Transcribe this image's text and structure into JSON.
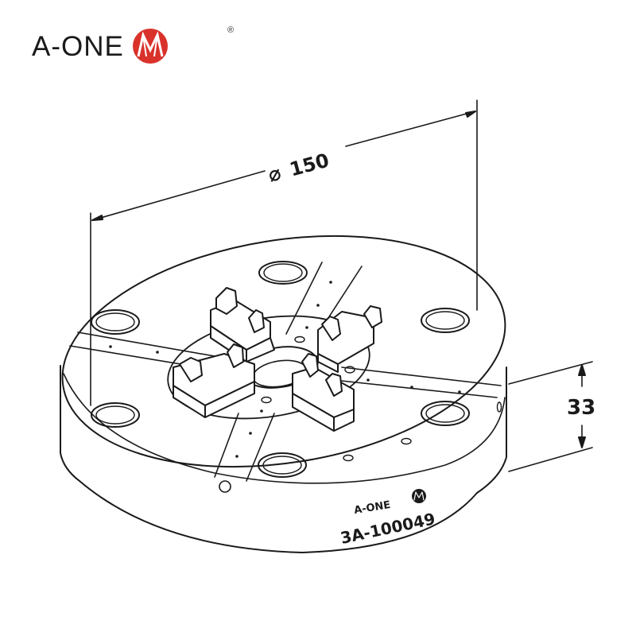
{
  "brand": {
    "name": "A-ONE",
    "registered_mark": "®",
    "logo_color": "#d9322b"
  },
  "drawing": {
    "subject": "4-jaw manual chuck",
    "line_color": "#1a1a1a",
    "dimensions": {
      "diameter": {
        "symbol": "⌀",
        "value": "150"
      },
      "height": {
        "value": "33"
      }
    },
    "body_marking": {
      "brand": "A-ONE",
      "part_number": "3A-100049"
    }
  }
}
